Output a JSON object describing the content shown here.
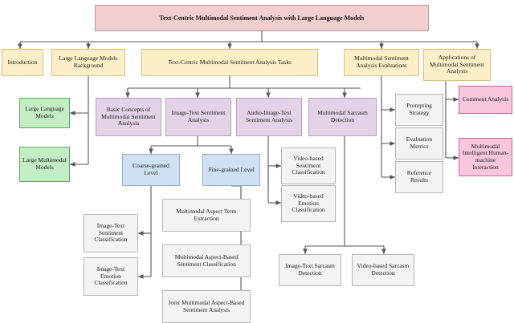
{
  "diagram": {
    "title": "Text-Centric Multimodal Sentiment Analysis with Large Language Models",
    "colors": {
      "title_fill": "#f2cfcf",
      "level2_fill": "#fcefc7",
      "level3_fill": "#e4d3e8",
      "green_fill": "#c3eec3",
      "pink_fill": "#f8c6dd",
      "blue_fill": "#cfe0f2",
      "gray_fill": "#f3f3f3",
      "edge_stroke": "#555555"
    },
    "level2": [
      {
        "id": "introduction",
        "label": "Introduction"
      },
      {
        "id": "llm-background",
        "label": "Large Language Models Background"
      },
      {
        "id": "tcmsa-tasks",
        "label": "Text-Centric Multimodal Sentiment Analysis Tasks"
      },
      {
        "id": "msa-evaluations",
        "label": "Multimodal Sentiment Analysis Evaluations"
      },
      {
        "id": "msa-applications",
        "label": "Applications of Multimodal  Sentiment Analysis"
      }
    ],
    "background_children": [
      {
        "id": "large-language-models",
        "label": "Large Language Models"
      },
      {
        "id": "large-multimodal-models",
        "label": "Large Multimodal Models"
      }
    ],
    "task_children": [
      {
        "id": "basic-concepts",
        "label": "Basic Concepts of Multimodal Sentiment Analysis"
      },
      {
        "id": "image-text-sentiment-analysis",
        "label": "Image-Text Sentiment Analysis"
      },
      {
        "id": "audio-image-text-sentiment-analysis",
        "label": "Audio-Image-Text Sentiment Analysis"
      },
      {
        "id": "multimodal-sarcasm-detection",
        "label": "Multimodal Sarcasm Detection"
      }
    ],
    "image_text_levels": [
      {
        "id": "coarse-grained-level",
        "label": "Coarse-grained Level"
      },
      {
        "id": "fine-grained-level",
        "label": "Fine-grained Level"
      }
    ],
    "coarse_children": [
      {
        "id": "image-text-sentiment-classification",
        "label": "Image-Text Sentiment Classification"
      },
      {
        "id": "image-text-emotion-classification",
        "label": "Image-Text Emotion Classification"
      }
    ],
    "fine_children": [
      {
        "id": "multimodal-aspect-term-extraction",
        "label": "Multimodal Aspect Term Extraction"
      },
      {
        "id": "multimodal-aspect-based-sentiment-classification",
        "label": "Multimodal Aspect-Based Sentiment Classification"
      },
      {
        "id": "joint-multimodal-aspect-based-sentiment-analysis",
        "label": "Joint Multimodal Aspect-Based Sentiment Analysis"
      }
    ],
    "audio_children": [
      {
        "id": "video-based-sentiment-classification",
        "label": "Video-based Sentiment Classification"
      },
      {
        "id": "video-based-emotion-classification",
        "label": "Video-based Emotion Classification"
      }
    ],
    "sarcasm_children": [
      {
        "id": "image-text-sarcasm-detection",
        "label": "Image-Text Sarcasm Detection"
      },
      {
        "id": "video-based-sarcasm-detection",
        "label": "Video-based Sarcasm Detection"
      }
    ],
    "evaluation_children": [
      {
        "id": "prompting-strategy",
        "label": "Prompting Strategy"
      },
      {
        "id": "evaluation-metrics",
        "label": "Evaluation Metrics"
      },
      {
        "id": "reference-results",
        "label": "Reference Results"
      }
    ],
    "application_children": [
      {
        "id": "comment-analysis",
        "label": "Comment Analysis"
      },
      {
        "id": "multimodal-intelligent-human-machine-interaction",
        "label": "Multimodal Intelligent Human-machine Interaction"
      }
    ]
  }
}
